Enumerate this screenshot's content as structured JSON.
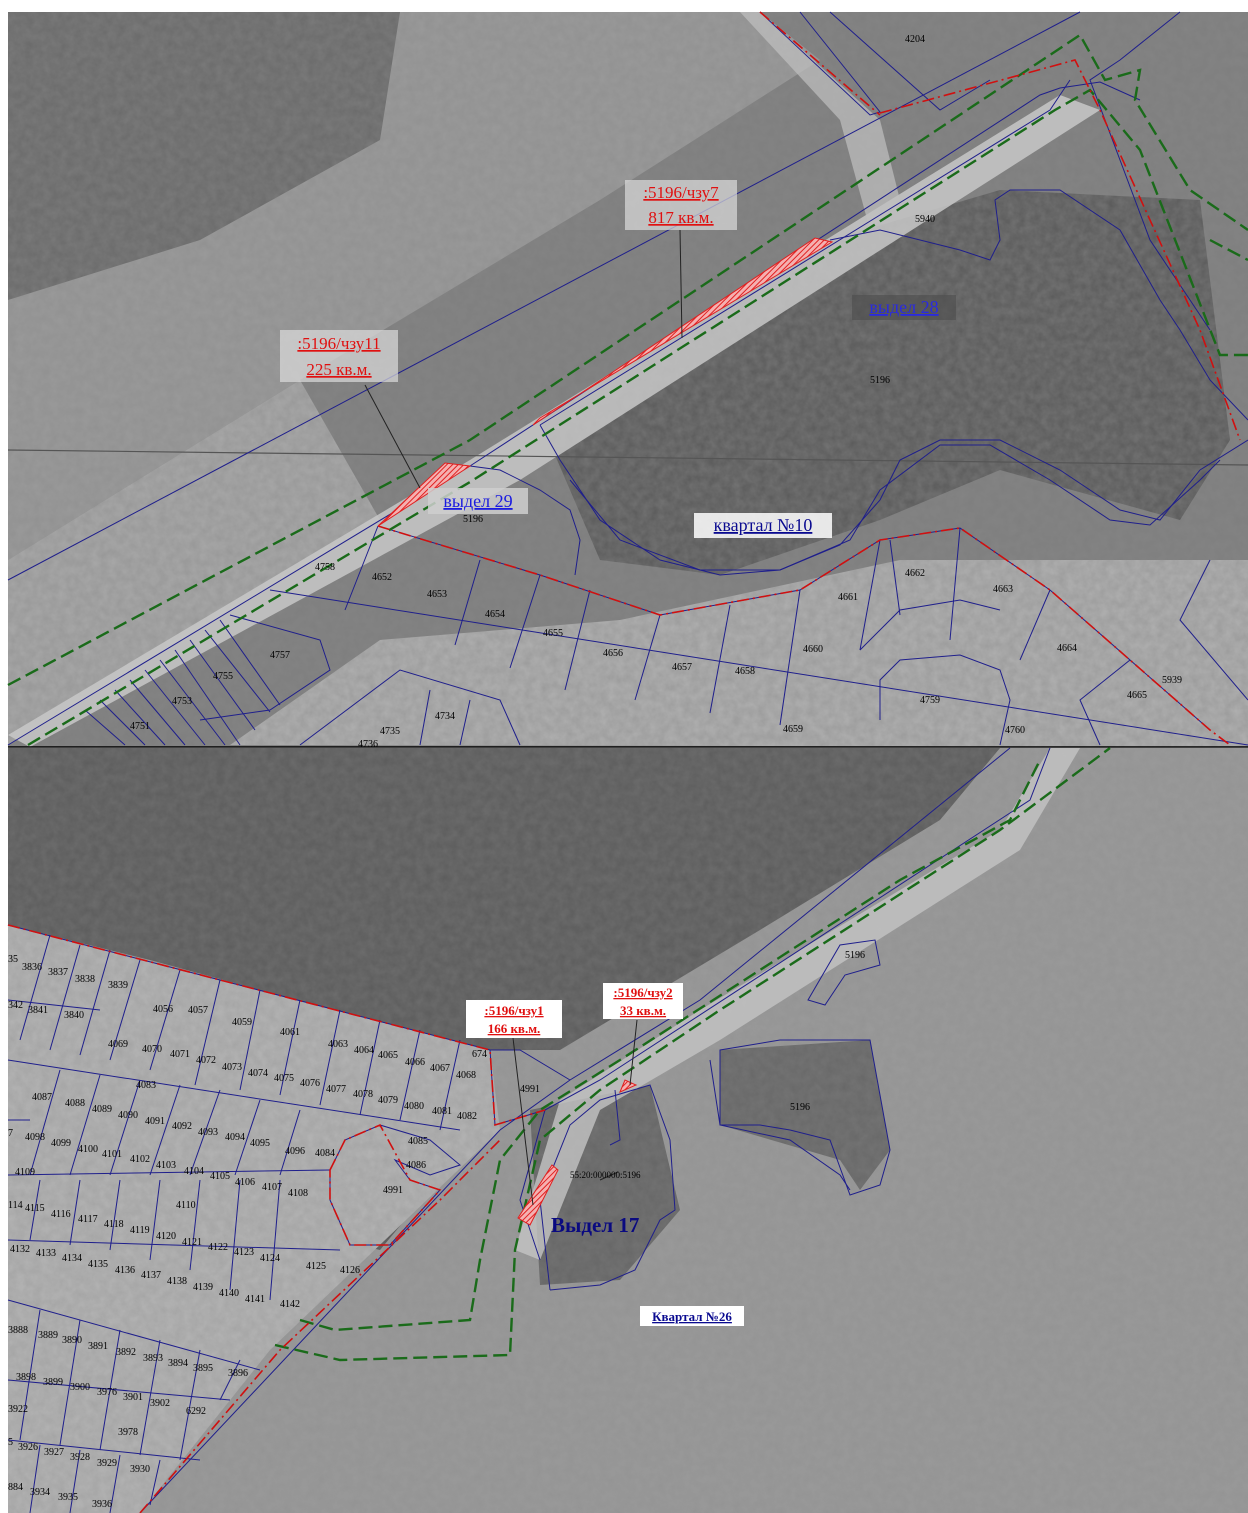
{
  "colors": {
    "boundary_blue": "#1f1f8c",
    "zone_green": "#1a6b1a",
    "limit_red": "#d01010",
    "hatch_red": "#e84040"
  },
  "top_panel": {
    "labels": {
      "zone_chzu7": ":5196/чзу7",
      "area_chzu7": "817 кв.м.",
      "zone_chzu11": ":5196/чзу11",
      "area_chzu11": "225 кв.м.",
      "vydel_28": "выдел 28",
      "vydel_29": "выдел 29",
      "kvartal_10": "квартал №10"
    },
    "parcels": [
      "4204",
      "5940",
      "5196",
      "5196",
      "4758",
      "4652",
      "4653",
      "4654",
      "4655",
      "4656",
      "4657",
      "4658",
      "4659",
      "4660",
      "4661",
      "4662",
      "4663",
      "4664",
      "4665",
      "5939",
      "4759",
      "4760",
      "4757",
      "4755",
      "4753",
      "4751",
      "4734",
      "4735",
      "4736"
    ]
  },
  "bottom_panel": {
    "labels": {
      "zone_chzu1": ":5196/чзу1",
      "area_chzu1": "166 кв.м.",
      "zone_chzu2": ":5196/чзу2",
      "area_chzu2": "33 кв.м.",
      "cadastral": "55:20:000000:5196",
      "vydel_17": "Выдел 17",
      "kvartal_26": "Квартал №26"
    },
    "parcels": [
      "35",
      "3836",
      "3837",
      "3838",
      "3839",
      "342",
      "3841",
      "3840",
      "4056",
      "4057",
      "4059",
      "4061",
      "4063",
      "4064",
      "4065",
      "4066",
      "4067",
      "4068",
      "674",
      "4069",
      "4070",
      "4071",
      "4072",
      "4073",
      "4074",
      "4075",
      "4076",
      "4077",
      "4078",
      "4079",
      "4080",
      "4081",
      "4082",
      "4083",
      "4087",
      "4088",
      "4089",
      "4090",
      "4091",
      "4092",
      "4093",
      "4094",
      "4095",
      "4096",
      "4084",
      "4085",
      "4086",
      "4991",
      "4991",
      "7",
      "4098",
      "4099",
      "4100",
      "4101",
      "4102",
      "4103",
      "4104",
      "4105",
      "4106",
      "4107",
      "4108",
      "4109",
      "4110",
      "114",
      "4115",
      "4116",
      "4117",
      "4118",
      "4119",
      "4120",
      "4121",
      "4122",
      "4123",
      "4124",
      "4125",
      "4126",
      "4132",
      "4133",
      "4134",
      "4135",
      "4136",
      "4137",
      "4138",
      "4139",
      "4140",
      "4141",
      "4142",
      "3888",
      "3889",
      "3890",
      "3891",
      "3892",
      "3893",
      "3894",
      "3895",
      "3896",
      "3898",
      "3899",
      "3900",
      "3976",
      "3901",
      "3902",
      "6292",
      "3922",
      "3978",
      "5",
      "3926",
      "3927",
      "3928",
      "3929",
      "3930",
      "884",
      "3934",
      "3935",
      "3936",
      "5196",
      "5196"
    ]
  }
}
